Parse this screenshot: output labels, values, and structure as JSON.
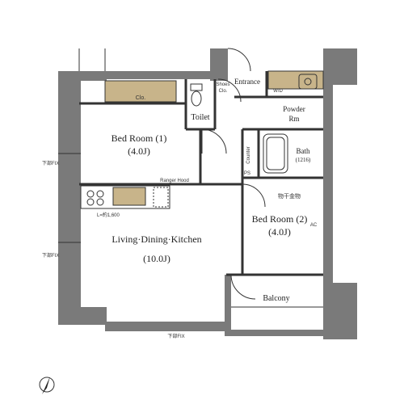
{
  "rooms": {
    "bed1_name": "Bed Room (1)",
    "bed1_size": "(4.0J)",
    "bed2_name": "Bed Room (2)",
    "bed2_size": "(4.0J)",
    "ldk_name": "Living·Dining·Kitchen",
    "ldk_size": "(10.0J)",
    "toilet": "Toilet",
    "entrance": "Entrance",
    "powder_1": "Powder",
    "powder_2": "Rm",
    "bath": "Bath",
    "bath_size": "(1216)",
    "balcony": "Balcony"
  },
  "fixtures": {
    "clo_bed1": "Clo.",
    "ranger_hood": "Ranger Hood",
    "kitchen_width": "L=約1,600",
    "counter": "Counter",
    "ps": "PS",
    "shoes_clo_1": "Shoes",
    "shoes_clo_2": "Clo.",
    "wd": "W/D",
    "drying_rack": "物干金物",
    "ac": "AC",
    "window_fix_top": "下部FIX",
    "window_fix_mid": "下部FIX",
    "window_fix_bottom": "下部FIX"
  },
  "colors": {
    "wall": "#7a7a7a",
    "closet_fill": "#c8b48a",
    "line": "#333333"
  },
  "icons": [
    "north-arrow-icon",
    "door-swing-icon",
    "sink-icon",
    "stove-icon",
    "toilet-icon",
    "bathtub-icon"
  ]
}
